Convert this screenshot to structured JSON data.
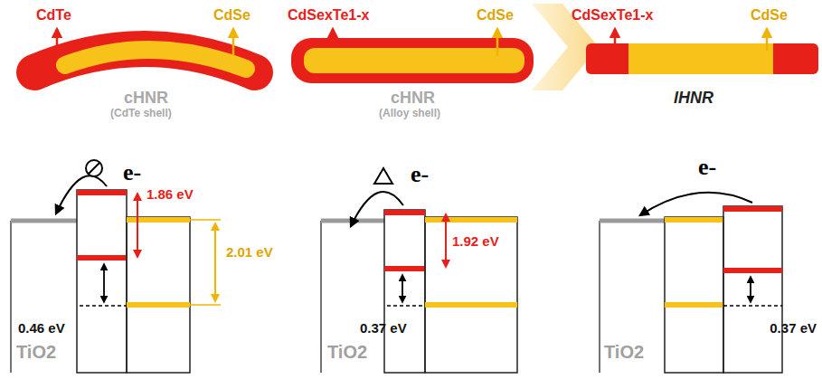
{
  "diagram": {
    "labels": [
      "CdTe",
      "CdSe",
      "CdSexTe1-x",
      "CdSe",
      "CdSexTe1-x",
      "CdSe",
      "cHNR",
      "(CdTe shell)",
      "cHNR",
      "(Alloy shell)",
      "lHNR",
      "e-",
      "1.86 eV",
      "2.01 eV",
      "0.46 eV",
      "TiO2",
      "e-",
      "1.92 eV",
      "0.37 eV",
      "TiO2",
      "e-",
      "0.37 eV",
      "TiO2"
    ]
  }
}
